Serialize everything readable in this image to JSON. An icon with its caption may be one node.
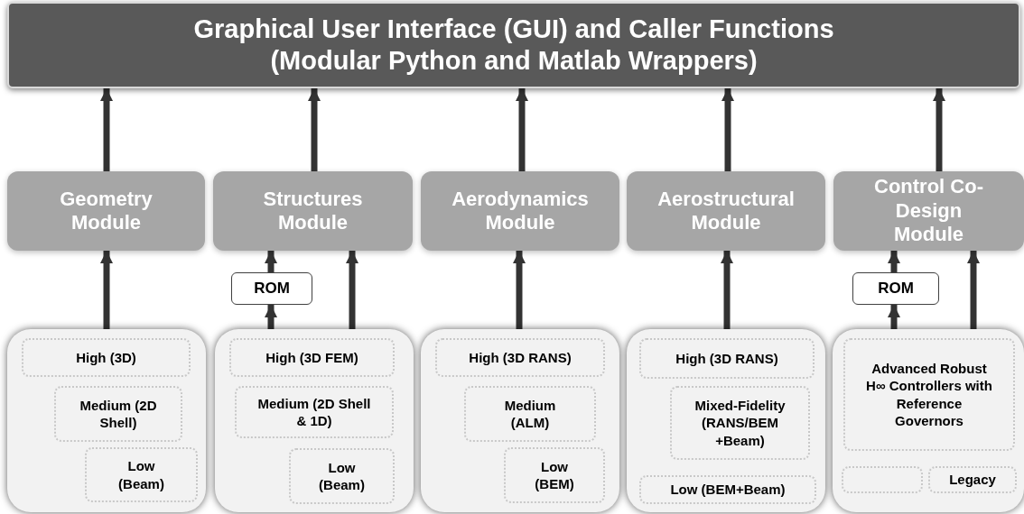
{
  "diagram": {
    "nodes": [
      {
        "text": [
          "Graphical User Interface (GUI) and Caller Functions (Modular Python and Matlab Wrappers)"
        ]
      },
      {
        "text": [
          "Geometry Module"
        ]
      },
      {
        "text": [
          "Structures Module"
        ]
      },
      {
        "text": [
          "Aerodynamics Module"
        ]
      },
      {
        "text": [
          "Aerostructural Module"
        ]
      },
      {
        "text": [
          "Control Co-Design Module"
        ]
      },
      {
        "text": [
          "ROM"
        ]
      },
      {
        "text": [
          "ROM"
        ]
      },
      {
        "text": [],
        "shape": "box"
      },
      {
        "text": [
          "High (3D)"
        ],
        "in": 8
      },
      {
        "text": [
          "Medium (2D Shell)"
        ],
        "in": 8
      },
      {
        "text": [
          "Low (Beam)"
        ],
        "in": 8
      },
      {
        "text": [],
        "shape": "box"
      },
      {
        "text": [
          "High (3D FEM)"
        ],
        "in": 12
      },
      {
        "text": [
          "Medium (2D Shell & 1D)"
        ],
        "in": 12
      },
      {
        "text": [
          "Low (Beam)"
        ],
        "in": 12
      },
      {
        "text": [],
        "shape": "box"
      },
      {
        "text": [
          "High (3D RANS)"
        ],
        "in": 16
      },
      {
        "text": [
          "Medium (ALM)"
        ],
        "in": 16
      },
      {
        "text": [
          "Low (BEM)"
        ],
        "in": 16
      },
      {
        "text": [],
        "shape": "box"
      },
      {
        "text": [
          "High (3D RANS)"
        ],
        "in": 20
      },
      {
        "text": [
          "Mixed-Fidelity (RANS/BEM +Beam)"
        ],
        "in": 20
      },
      {
        "text": [
          "Low (BEM+Beam)"
        ],
        "in": 20
      },
      {
        "text": [],
        "shape": "box"
      },
      {
        "text": [
          "Advanced Robust H∞ Controllers with Reference Governors"
        ],
        "in": 24
      },
      {
        "text": [],
        "shape": "box",
        "in": 24
      },
      {
        "text": [
          "Legacy"
        ],
        "in": 24
      }
    ],
    "edges": [
      {
        "from": 1,
        "to": 0,
        "arrow": "to"
      },
      {
        "from": 2,
        "to": 0,
        "arrow": "to"
      },
      {
        "from": 3,
        "to": 0,
        "arrow": "to"
      },
      {
        "from": 4,
        "to": 0,
        "arrow": "to"
      },
      {
        "from": 5,
        "to": 0,
        "arrow": "to"
      },
      {
        "from": 8,
        "to": 1,
        "arrow": "to"
      },
      {
        "from": 12,
        "to": 6,
        "arrow": "to"
      },
      {
        "from": 6,
        "to": 2,
        "arrow": "to"
      },
      {
        "from": 12,
        "to": 2,
        "arrow": "to"
      },
      {
        "from": 16,
        "to": 3,
        "arrow": "to"
      },
      {
        "from": 20,
        "to": 4,
        "arrow": "to"
      },
      {
        "from": 24,
        "to": 7,
        "arrow": "to"
      },
      {
        "from": 7,
        "to": 5,
        "arrow": "to"
      },
      {
        "from": 24,
        "to": 5,
        "arrow": "to"
      }
    ]
  }
}
